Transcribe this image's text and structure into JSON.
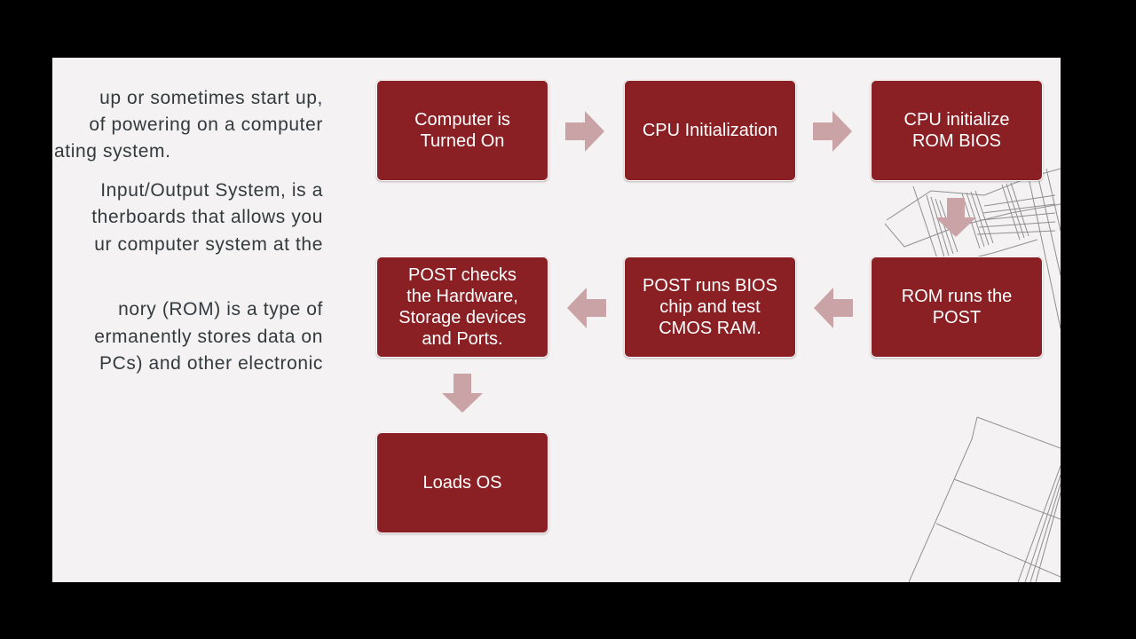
{
  "colors": {
    "box_fill": "#8a1f24",
    "arrow_fill": "#c9a3a5",
    "text": "#333a3d",
    "slide_bg": "#f4f2f2",
    "frame_bg": "#000000"
  },
  "left_text": {
    "p1": {
      "line1": "up or sometimes start up,",
      "line2": "of powering on a computer",
      "line3": "ating system."
    },
    "p2": {
      "line1": "Input/Output System, is a",
      "line2": "therboards that allows you",
      "line3": "ur computer system at the"
    },
    "p3": {
      "line1": "nory (ROM) is a type of",
      "line2": "ermanently stores data on",
      "line3": "PCs) and other electronic"
    }
  },
  "flow": {
    "step1": "Computer is\nTurned On",
    "step2": "CPU Initialization",
    "step3": "CPU initialize\nROM BIOS",
    "step4": "ROM runs the\nPOST",
    "step5": "POST runs BIOS\nchip  and test\nCMOS RAM.",
    "step6": "POST checks\nthe Hardware,\nStorage devices\nand Ports.",
    "step7": "Loads OS"
  },
  "icons": {
    "arrow_right": "arrow-right-icon",
    "arrow_left": "arrow-left-icon",
    "arrow_down": "arrow-down-icon",
    "decoration": "sketch-decoration"
  }
}
